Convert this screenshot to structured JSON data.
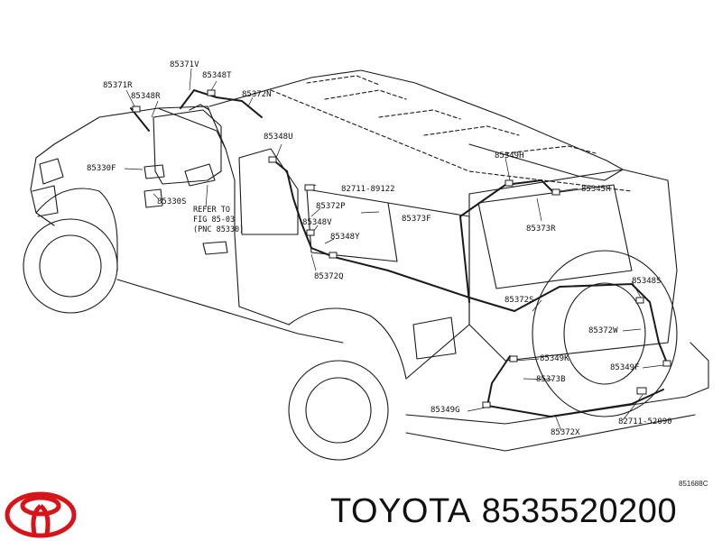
{
  "callouts": [
    {
      "id": "85371V",
      "text": "85371V"
    },
    {
      "id": "85348T",
      "text": "85348T"
    },
    {
      "id": "85371R",
      "text": "85371R"
    },
    {
      "id": "85348R",
      "text": "85348R"
    },
    {
      "id": "85372N",
      "text": "85372N"
    },
    {
      "id": "85348U",
      "text": "85348U"
    },
    {
      "id": "85330F",
      "text": "85330F"
    },
    {
      "id": "85330S",
      "text": "85330S"
    },
    {
      "id": "82711-89122",
      "text": "82711-89122"
    },
    {
      "id": "85372P",
      "text": "85372P"
    },
    {
      "id": "85348V",
      "text": "85348V"
    },
    {
      "id": "85373F",
      "text": "85373F"
    },
    {
      "id": "85348Y",
      "text": "85348Y"
    },
    {
      "id": "85372Q",
      "text": "85372Q"
    },
    {
      "id": "85349H",
      "text": "85349H"
    },
    {
      "id": "85345R",
      "text": "85345R"
    },
    {
      "id": "85373R",
      "text": "85373R"
    },
    {
      "id": "85348S",
      "text": "85348S"
    },
    {
      "id": "85372S",
      "text": "85372S"
    },
    {
      "id": "85372W",
      "text": "85372W"
    },
    {
      "id": "85349K",
      "text": "85349K"
    },
    {
      "id": "85349F",
      "text": "85349F"
    },
    {
      "id": "85373B",
      "text": "85373B"
    },
    {
      "id": "85349G",
      "text": "85349G"
    },
    {
      "id": "82711-52090",
      "text": "82711-52090"
    },
    {
      "id": "85372X",
      "text": "85372X"
    }
  ],
  "refer_note": {
    "line1": "REFER TO",
    "line2": "FIG 85-03",
    "line3": "(PNC 85330)"
  },
  "figure_code": "851688C",
  "brand": {
    "name": "TOYOTA",
    "part_number": "8535520200"
  },
  "colors": {
    "line": "#1a1a1a",
    "logo": "#d7141a",
    "background": "#ffffff"
  }
}
